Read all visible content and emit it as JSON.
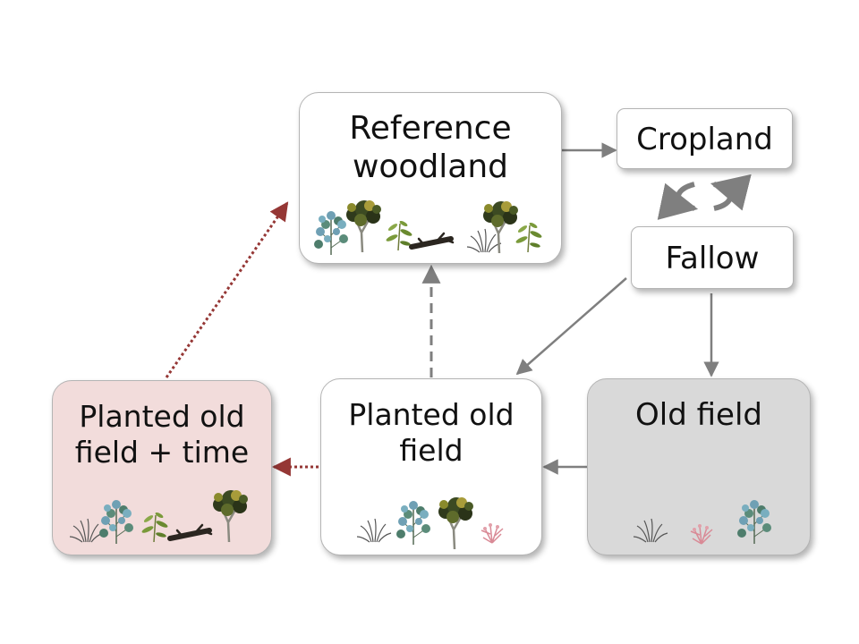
{
  "nodes": {
    "reference_woodland": {
      "line1": "Reference",
      "line2": "woodland"
    },
    "cropland": {
      "label": "Cropland"
    },
    "fallow": {
      "label": "Fallow"
    },
    "planted_old_field": {
      "line1": "Planted old",
      "line2": "field"
    },
    "planted_old_field_time": {
      "line1": "Planted old",
      "line2": "field + time",
      "fill": "#f2dcdb"
    },
    "old_field": {
      "label": "Old field",
      "fill": "#d9d9d9"
    }
  },
  "colors": {
    "arrow_solid": "#7f7f7f",
    "arrow_dotted": "#953735",
    "node_border": "#b4b4b4"
  },
  "icons": [
    "shrub-icon",
    "tree-icon",
    "sapling-icon",
    "fallen-log-icon",
    "grass-icon",
    "forb-icon"
  ]
}
